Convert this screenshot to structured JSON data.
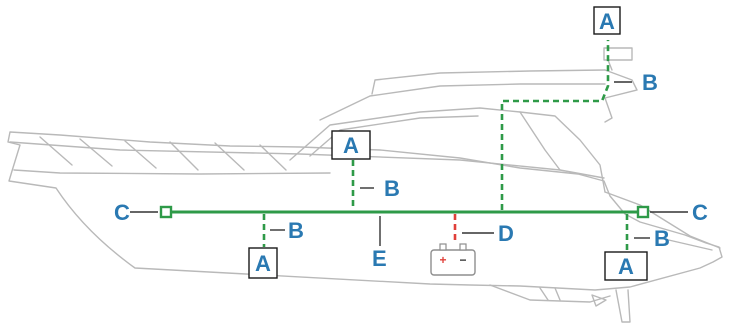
{
  "diagram": {
    "labels": {
      "a_top": "A",
      "a_flybridge": "A",
      "a_left": "A",
      "a_right": "A",
      "b_top": "B",
      "b_flybridge": "B",
      "b_left": "B",
      "b_right": "B",
      "c_left": "C",
      "c_right": "C",
      "d": "D",
      "e": "E"
    },
    "battery": {
      "plus": "+",
      "minus": "−"
    },
    "colors": {
      "network": "#2e9a48",
      "power": "#e0403a",
      "label": "#2a79b2",
      "hull": "#b9b9b9"
    }
  }
}
